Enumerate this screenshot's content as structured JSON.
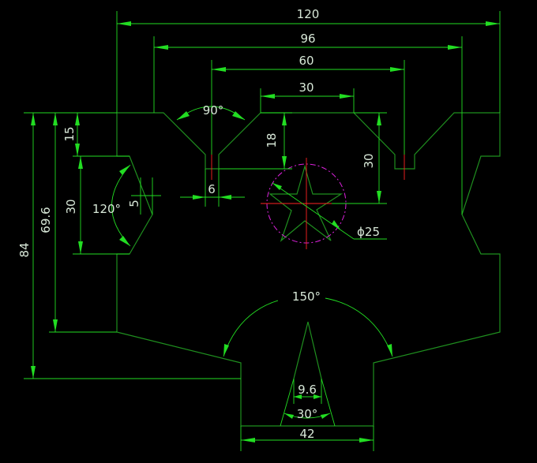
{
  "colors": {
    "background": "#000000",
    "part_outline": "#1f8f1f",
    "dimension": "#22dd22",
    "text": "#d8e8d8",
    "center_line": "#ff2222",
    "circle": "#dd22dd"
  },
  "dimensions": {
    "overall_width": "120",
    "inner_width": "96",
    "slot_spacing": "60",
    "top_flat": "30",
    "top_angle": "90°",
    "slot_depth": "18",
    "right_slot_height": "30",
    "slot_width": "6",
    "left_upper": "15",
    "left_notch": "30",
    "left_angle": "120°",
    "left_notch_depth": "5",
    "left_height": "69.6",
    "total_height": "84",
    "circle_diameter": "ϕ25",
    "bottom_angle": "150°",
    "spike_width": "9.6",
    "spike_angle": "30°",
    "bottom_width": "42"
  }
}
